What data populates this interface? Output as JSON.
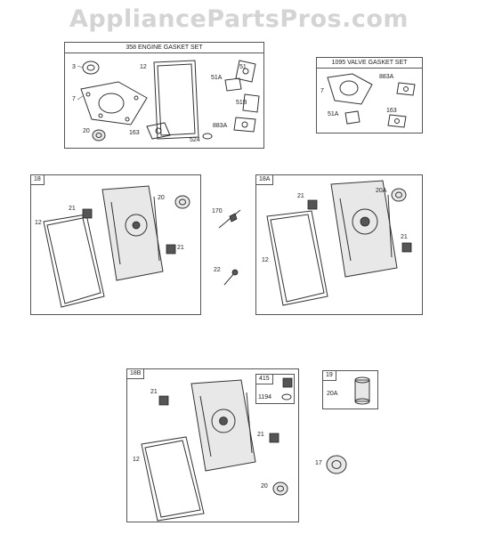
{
  "watermark": "AppliancePartsPros.com",
  "panels": {
    "engine_gasket_set": {
      "title": "358 ENGINE GASKET SET",
      "labels": [
        "3",
        "12",
        "51",
        "51A",
        "7",
        "51B",
        "20",
        "163",
        "883A",
        "524"
      ]
    },
    "valve_gasket_set": {
      "title": "1095 VALVE GASKET SET",
      "labels": [
        "7",
        "883A",
        "51A",
        "163"
      ]
    },
    "crankcase_cover_18": {
      "tag": "18",
      "labels": [
        "20",
        "21",
        "12",
        "21"
      ]
    },
    "loose_parts": {
      "labels": [
        "170",
        "22"
      ]
    },
    "crankcase_cover_18a": {
      "tag": "18A",
      "labels": [
        "21",
        "20A",
        "12",
        "21"
      ]
    },
    "crankcase_cover_18b": {
      "tag": "18B",
      "labels": [
        "21",
        "21",
        "12",
        "20"
      ]
    },
    "kit_415": {
      "tag": "415",
      "labels": [
        "1194"
      ]
    },
    "kit_19": {
      "tag": "19",
      "labels": [
        "20A"
      ]
    },
    "loose_part_17": {
      "labels": [
        "17"
      ]
    }
  }
}
